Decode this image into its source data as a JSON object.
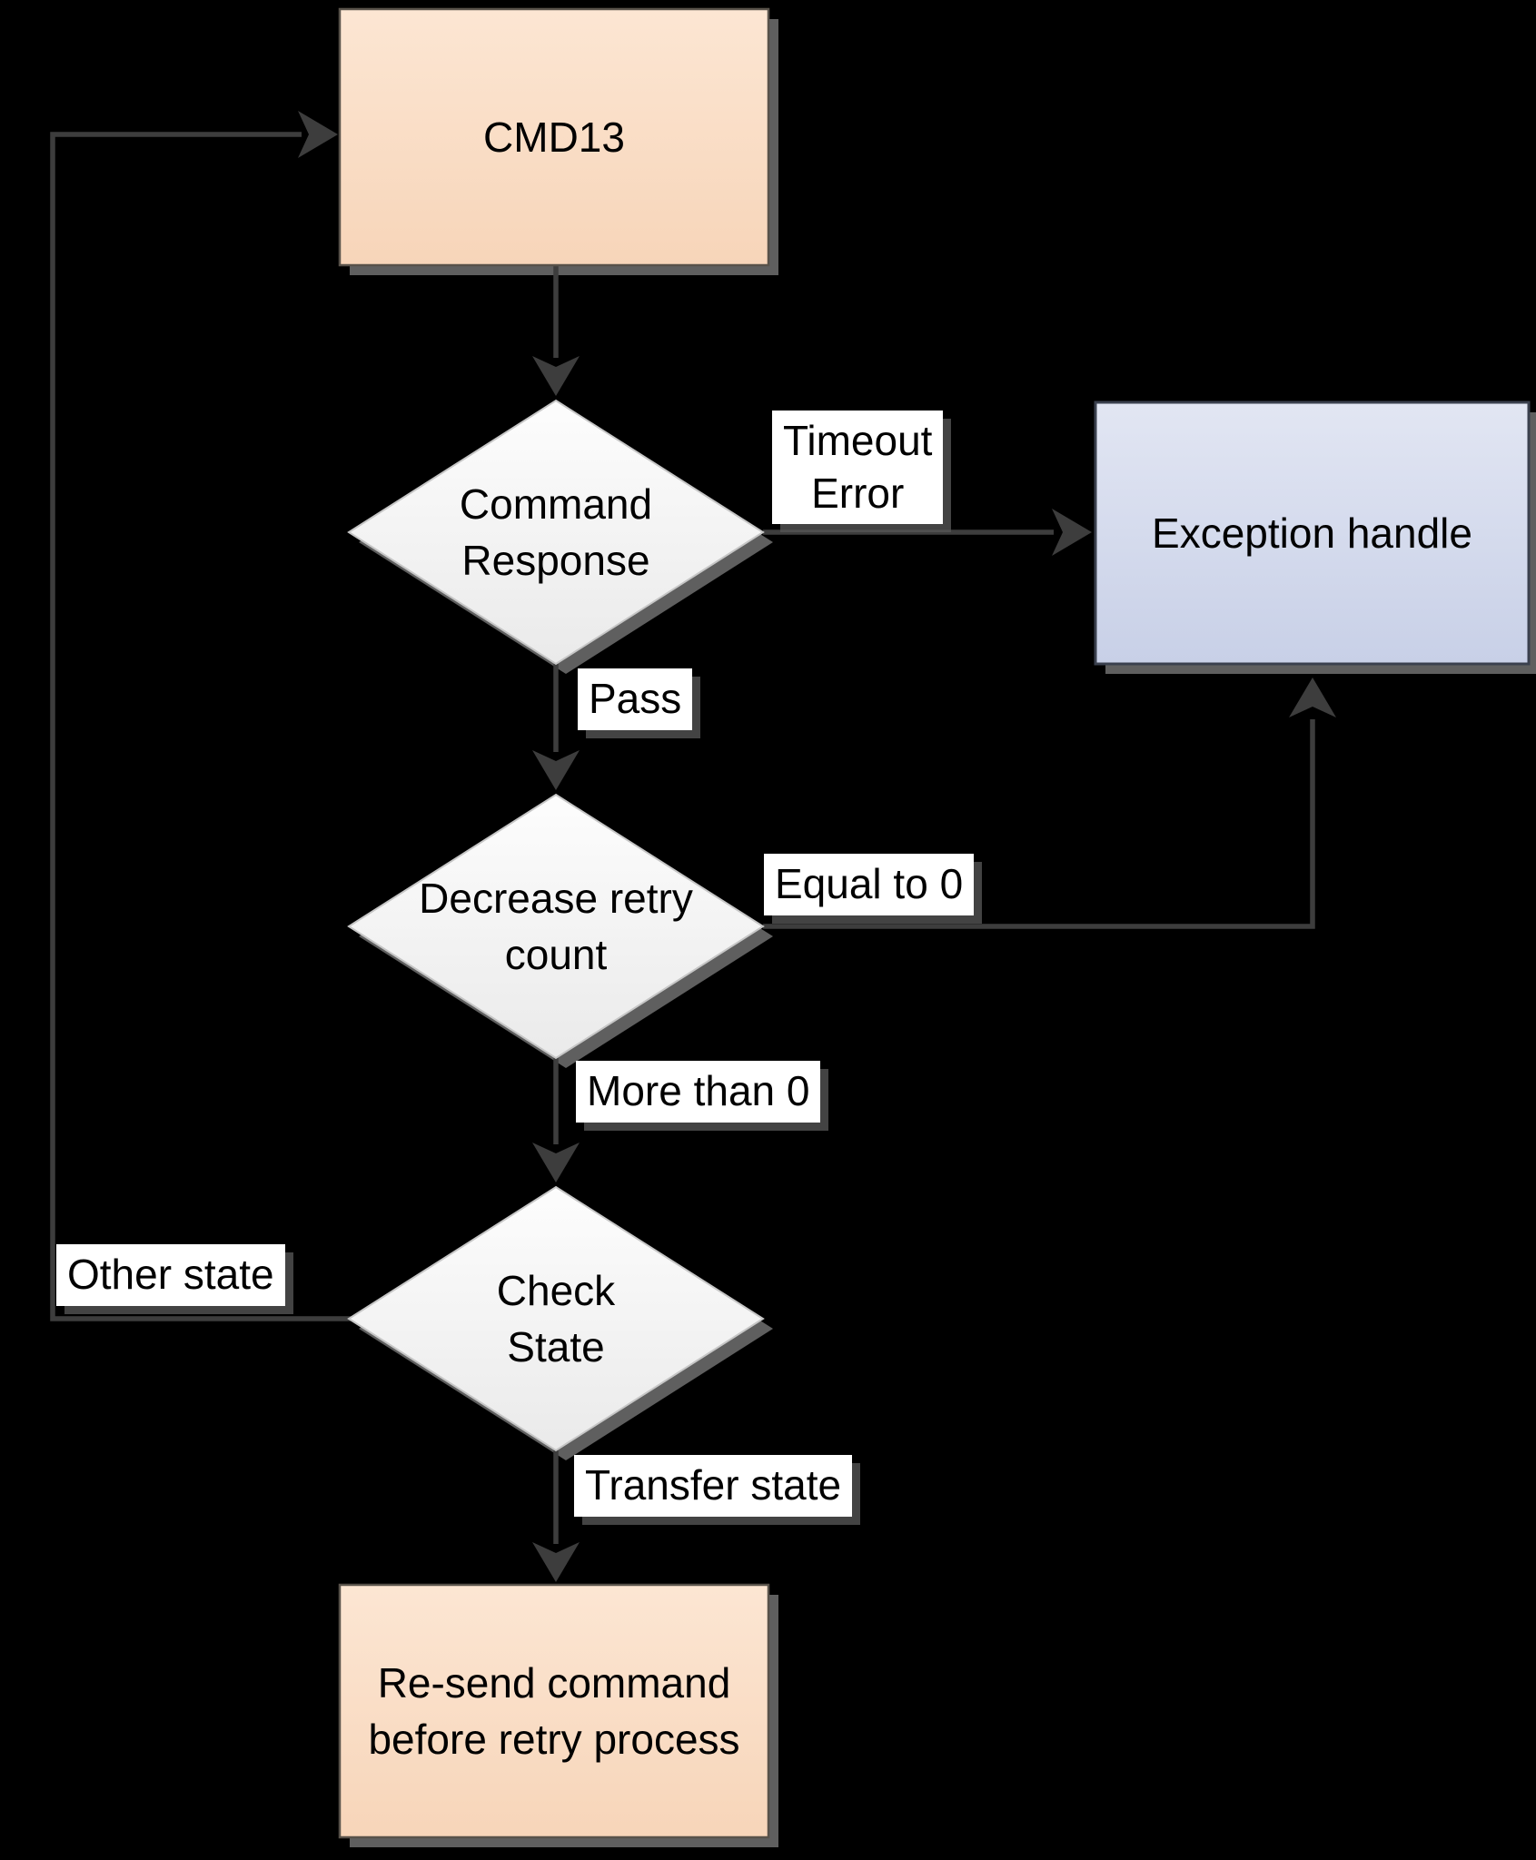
{
  "diagram": {
    "type": "flowchart",
    "description": "CMD13 status-polling retry flowchart on black background",
    "nodes": {
      "cmd13": {
        "kind": "process",
        "label": "CMD13"
      },
      "command_response": {
        "kind": "decision",
        "line1": "Command",
        "line2": "Response"
      },
      "exception_handle": {
        "kind": "process",
        "label": "Exception handle"
      },
      "decrease_retry": {
        "kind": "decision",
        "line1": "Decrease retry",
        "line2": "count"
      },
      "check_state": {
        "kind": "decision",
        "line1": "Check",
        "line2": "State"
      },
      "resend": {
        "kind": "process",
        "line1": "Re-send command",
        "line2": "before retry process"
      }
    },
    "edge_labels": {
      "timeout_error": {
        "line1": "Timeout",
        "line2": "Error"
      },
      "pass": "Pass",
      "equal_to_0": "Equal to 0",
      "more_than_0": "More than 0",
      "other_state": "Other state",
      "transfer_state": "Transfer state"
    },
    "edges": [
      "CMD13 -> Command Response",
      "Command Response -(Timeout Error)-> Exception handle",
      "Command Response -(Pass)-> Decrease retry count",
      "Decrease retry count -(Equal to 0)-> Exception handle",
      "Decrease retry count -(More than 0)-> Check State",
      "Check State -(Other state)-> CMD13",
      "Check State -(Transfer state)-> Re-send command before retry process"
    ]
  },
  "colors": {
    "background": "#000000",
    "process_fill_top": "#fce6d3",
    "process_fill_bottom": "#f7d5b9",
    "process_border": "#58524a",
    "decision_fill_top": "#fdfdfd",
    "decision_fill_bottom": "#eaeaea",
    "decision_border": "#c6c6c6",
    "exception_fill_top": "#e2e6f3",
    "exception_fill_bottom": "#c8d0e7",
    "exception_border": "#3a404e",
    "connector": "#3d3d3d",
    "shadow": "#5f5f5f",
    "label_bg": "#ffffff",
    "text": "#000000"
  }
}
